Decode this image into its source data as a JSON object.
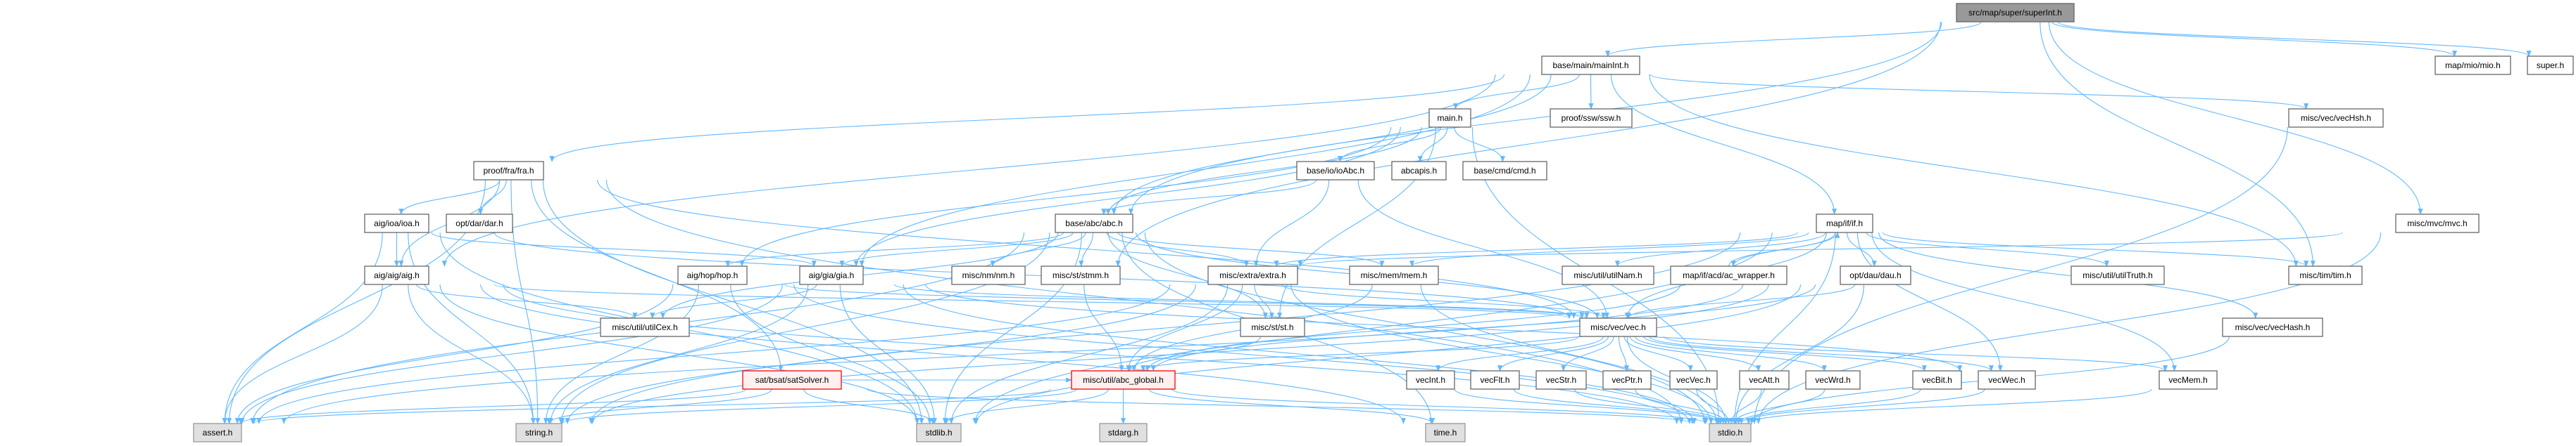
{
  "title": "src/map/super/superInt.h",
  "colors": {
    "edge": "#63b8ff",
    "root_fill": "#999999",
    "root_border": "#666666",
    "normal_fill": "#ffffff",
    "normal_border": "#666666",
    "system_fill": "#e0e0e0",
    "system_border": "#999999",
    "incomplete_fill": "#fff0f0",
    "incomplete_border": "#ff0000"
  },
  "nodes": [
    {
      "id": "superInt",
      "label": "src/map/super/superInt.h",
      "kind": "root"
    },
    {
      "id": "mainInt",
      "label": "base/main/mainInt.h",
      "kind": "normal"
    },
    {
      "id": "mio",
      "label": "map/mio/mio.h",
      "kind": "normal"
    },
    {
      "id": "super",
      "label": "super.h",
      "kind": "normal"
    },
    {
      "id": "main",
      "label": "main.h",
      "kind": "normal"
    },
    {
      "id": "ssw",
      "label": "proof/ssw/ssw.h",
      "kind": "normal"
    },
    {
      "id": "vecHsh",
      "label": "misc/vec/vecHsh.h",
      "kind": "normal"
    },
    {
      "id": "fra",
      "label": "proof/fra/fra.h",
      "kind": "normal"
    },
    {
      "id": "ioAbc",
      "label": "base/io/ioAbc.h",
      "kind": "normal"
    },
    {
      "id": "abcapis",
      "label": "abcapis.h",
      "kind": "normal"
    },
    {
      "id": "cmd",
      "label": "base/cmd/cmd.h",
      "kind": "normal"
    },
    {
      "id": "loa",
      "label": "aig/ioa/ioa.h",
      "kind": "normal"
    },
    {
      "id": "dar",
      "label": "opt/dar/dar.h",
      "kind": "normal"
    },
    {
      "id": "abc",
      "label": "base/abc/abc.h",
      "kind": "normal"
    },
    {
      "id": "if",
      "label": "map/if/if.h",
      "kind": "normal"
    },
    {
      "id": "mvc",
      "label": "misc/mvc/mvc.h",
      "kind": "normal"
    },
    {
      "id": "aig",
      "label": "aig/aig/aig.h",
      "kind": "normal"
    },
    {
      "id": "hop",
      "label": "aig/hop/hop.h",
      "kind": "normal"
    },
    {
      "id": "gia",
      "label": "aig/gia/gia.h",
      "kind": "normal"
    },
    {
      "id": "nm",
      "label": "misc/nm/nm.h",
      "kind": "normal"
    },
    {
      "id": "stmm",
      "label": "misc/st/stmm.h",
      "kind": "normal"
    },
    {
      "id": "extra",
      "label": "misc/extra/extra.h",
      "kind": "normal"
    },
    {
      "id": "mem",
      "label": "misc/mem/mem.h",
      "kind": "normal"
    },
    {
      "id": "utilNam",
      "label": "misc/util/utilNam.h",
      "kind": "normal"
    },
    {
      "id": "acw",
      "label": "map/if/acd/ac_wrapper.h",
      "kind": "normal"
    },
    {
      "id": "dau",
      "label": "opt/dau/dau.h",
      "kind": "normal"
    },
    {
      "id": "utilTruth",
      "label": "misc/util/utilTruth.h",
      "kind": "normal"
    },
    {
      "id": "tim",
      "label": "misc/tim/tim.h",
      "kind": "normal"
    },
    {
      "id": "utilCex",
      "label": "misc/util/utilCex.h",
      "kind": "normal"
    },
    {
      "id": "st",
      "label": "misc/st/st.h",
      "kind": "normal"
    },
    {
      "id": "vec",
      "label": "misc/vec/vec.h",
      "kind": "normal"
    },
    {
      "id": "vecHash",
      "label": "misc/vec/vecHash.h",
      "kind": "normal"
    },
    {
      "id": "satSolver",
      "label": "sat/bsat/satSolver.h",
      "kind": "incomplete"
    },
    {
      "id": "abcglobal",
      "label": "misc/util/abc_global.h",
      "kind": "incomplete"
    },
    {
      "id": "vecInt",
      "label": "vecInt.h",
      "kind": "normal"
    },
    {
      "id": "vecFlt",
      "label": "vecFlt.h",
      "kind": "normal"
    },
    {
      "id": "vecStr",
      "label": "vecStr.h",
      "kind": "normal"
    },
    {
      "id": "vecPtr",
      "label": "vecPtr.h",
      "kind": "normal"
    },
    {
      "id": "vecVec",
      "label": "vecVec.h",
      "kind": "normal"
    },
    {
      "id": "vecAtt",
      "label": "vecAtt.h",
      "kind": "normal"
    },
    {
      "id": "vecWrd",
      "label": "vecWrd.h",
      "kind": "normal"
    },
    {
      "id": "vecBit",
      "label": "vecBit.h",
      "kind": "normal"
    },
    {
      "id": "vecWec",
      "label": "vecWec.h",
      "kind": "normal"
    },
    {
      "id": "vecMem",
      "label": "vecMem.h",
      "kind": "normal"
    },
    {
      "id": "assert",
      "label": "assert.h",
      "kind": "system"
    },
    {
      "id": "string",
      "label": "string.h",
      "kind": "system"
    },
    {
      "id": "stdlib",
      "label": "stdlib.h",
      "kind": "system"
    },
    {
      "id": "stdarg",
      "label": "stdarg.h",
      "kind": "system"
    },
    {
      "id": "time",
      "label": "time.h",
      "kind": "system"
    },
    {
      "id": "stdio",
      "label": "stdio.h",
      "kind": "system"
    }
  ],
  "edges": [
    [
      "superInt",
      "mainInt"
    ],
    [
      "superInt",
      "mio"
    ],
    [
      "superInt",
      "super"
    ],
    [
      "superInt",
      "mvc"
    ],
    [
      "superInt",
      "abc"
    ],
    [
      "superInt",
      "stmm"
    ],
    [
      "superInt",
      "tim"
    ],
    [
      "mainInt",
      "main"
    ],
    [
      "mainInt",
      "ssw"
    ],
    [
      "mainInt",
      "fra"
    ],
    [
      "mainInt",
      "aig"
    ],
    [
      "mainInt",
      "gia"
    ],
    [
      "mainInt",
      "if"
    ],
    [
      "mainInt",
      "vecHsh"
    ],
    [
      "mainInt",
      "tim"
    ],
    [
      "mainInt",
      "abc"
    ],
    [
      "main",
      "ioAbc"
    ],
    [
      "main",
      "abcapis"
    ],
    [
      "main",
      "cmd"
    ],
    [
      "main",
      "abc"
    ],
    [
      "main",
      "gia"
    ],
    [
      "main",
      "st"
    ],
    [
      "main",
      "hop"
    ],
    [
      "main",
      "stdio"
    ],
    [
      "ioAbc",
      "abc"
    ],
    [
      "ioAbc",
      "extra"
    ],
    [
      "ioAbc",
      "vec"
    ],
    [
      "fra",
      "loa"
    ],
    [
      "fra",
      "dar"
    ],
    [
      "fra",
      "aig"
    ],
    [
      "fra",
      "assert"
    ],
    [
      "fra",
      "string"
    ],
    [
      "fra",
      "stdlib"
    ],
    [
      "fra",
      "satSolver"
    ],
    [
      "fra",
      "vec"
    ],
    [
      "fra",
      "stdio"
    ],
    [
      "loa",
      "aig"
    ],
    [
      "loa",
      "assert"
    ],
    [
      "loa",
      "string"
    ],
    [
      "loa",
      "stdlib"
    ],
    [
      "loa",
      "gia"
    ],
    [
      "loa",
      "vec"
    ],
    [
      "aig",
      "assert"
    ],
    [
      "aig",
      "string"
    ],
    [
      "aig",
      "stdlib"
    ],
    [
      "aig",
      "utilCex"
    ],
    [
      "aig",
      "vec"
    ],
    [
      "aig",
      "stdio"
    ],
    [
      "aig",
      "time"
    ],
    [
      "hop",
      "assert"
    ],
    [
      "hop",
      "string"
    ],
    [
      "hop",
      "stdlib"
    ],
    [
      "hop",
      "vec"
    ],
    [
      "hop",
      "stdio"
    ],
    [
      "gia",
      "utilCex"
    ],
    [
      "gia",
      "vec"
    ],
    [
      "gia",
      "stdlib"
    ],
    [
      "gia",
      "string"
    ],
    [
      "gia",
      "assert"
    ],
    [
      "gia",
      "stdio"
    ],
    [
      "gia",
      "vecWec"
    ],
    [
      "abc",
      "hop"
    ],
    [
      "abc",
      "gia"
    ],
    [
      "abc",
      "nm"
    ],
    [
      "abc",
      "stmm"
    ],
    [
      "abc",
      "extra"
    ],
    [
      "abc",
      "mem"
    ],
    [
      "abc",
      "st"
    ],
    [
      "abc",
      "vec"
    ],
    [
      "abc",
      "utilCex"
    ],
    [
      "abc",
      "stdlib"
    ],
    [
      "abc",
      "string"
    ],
    [
      "abc",
      "assert"
    ],
    [
      "abc",
      "stdio"
    ],
    [
      "abc",
      "time"
    ],
    [
      "stmm",
      "abcglobal"
    ],
    [
      "extra",
      "st"
    ],
    [
      "extra",
      "vec"
    ],
    [
      "extra",
      "stdlib"
    ],
    [
      "extra",
      "string"
    ],
    [
      "extra",
      "assert"
    ],
    [
      "extra",
      "stdio"
    ],
    [
      "extra",
      "abcglobal"
    ],
    [
      "mem",
      "abcglobal"
    ],
    [
      "mem",
      "stdio"
    ],
    [
      "st",
      "abcglobal"
    ],
    [
      "if",
      "extra"
    ],
    [
      "if",
      "mem"
    ],
    [
      "if",
      "vec"
    ],
    [
      "if",
      "utilNam"
    ],
    [
      "if",
      "acw"
    ],
    [
      "if",
      "dau"
    ],
    [
      "if",
      "utilTruth"
    ],
    [
      "if",
      "tim"
    ],
    [
      "if",
      "vecHash"
    ],
    [
      "if",
      "vecMem"
    ],
    [
      "if",
      "vecWec"
    ],
    [
      "if",
      "stdio"
    ],
    [
      "if",
      "stdlib"
    ],
    [
      "if",
      "string"
    ],
    [
      "acw",
      "if"
    ],
    [
      "acw",
      "abcglobal"
    ],
    [
      "dau",
      "vec"
    ],
    [
      "dau",
      "abcglobal"
    ],
    [
      "dau",
      "stdio"
    ],
    [
      "dau",
      "stdlib"
    ],
    [
      "dau",
      "string"
    ],
    [
      "dau",
      "assert"
    ],
    [
      "vec",
      "vecInt"
    ],
    [
      "vec",
      "vecFlt"
    ],
    [
      "vec",
      "vecStr"
    ],
    [
      "vec",
      "vecPtr"
    ],
    [
      "vec",
      "vecVec"
    ],
    [
      "vec",
      "vecAtt"
    ],
    [
      "vec",
      "vecWrd"
    ],
    [
      "vec",
      "vecBit"
    ],
    [
      "vec",
      "vecWec"
    ],
    [
      "vec",
      "vecMem"
    ],
    [
      "vec",
      "abcglobal"
    ],
    [
      "vec",
      "stdio"
    ],
    [
      "vecHsh",
      "stdio"
    ],
    [
      "mvc",
      "stdio"
    ],
    [
      "mvc",
      "extra"
    ],
    [
      "vecHash",
      "stdio"
    ],
    [
      "satSolver",
      "assert"
    ],
    [
      "satSolver",
      "string"
    ],
    [
      "satSolver",
      "stdlib"
    ],
    [
      "satSolver",
      "stdio"
    ],
    [
      "satSolver",
      "abcglobal"
    ],
    [
      "abcglobal",
      "stdlib"
    ],
    [
      "abcglobal",
      "stdarg"
    ],
    [
      "abcglobal",
      "time"
    ],
    [
      "abcglobal",
      "stdio"
    ],
    [
      "abcglobal",
      "string"
    ],
    [
      "abcglobal",
      "assert"
    ],
    [
      "vecInt",
      "stdio"
    ],
    [
      "vecFlt",
      "stdio"
    ],
    [
      "vecStr",
      "stdio"
    ],
    [
      "vecPtr",
      "stdio"
    ],
    [
      "vecVec",
      "stdio"
    ],
    [
      "vecAtt",
      "stdio"
    ],
    [
      "vecWrd",
      "stdio"
    ],
    [
      "vecBit",
      "stdio"
    ],
    [
      "vecWec",
      "stdio"
    ],
    [
      "vecMem",
      "stdio"
    ]
  ]
}
